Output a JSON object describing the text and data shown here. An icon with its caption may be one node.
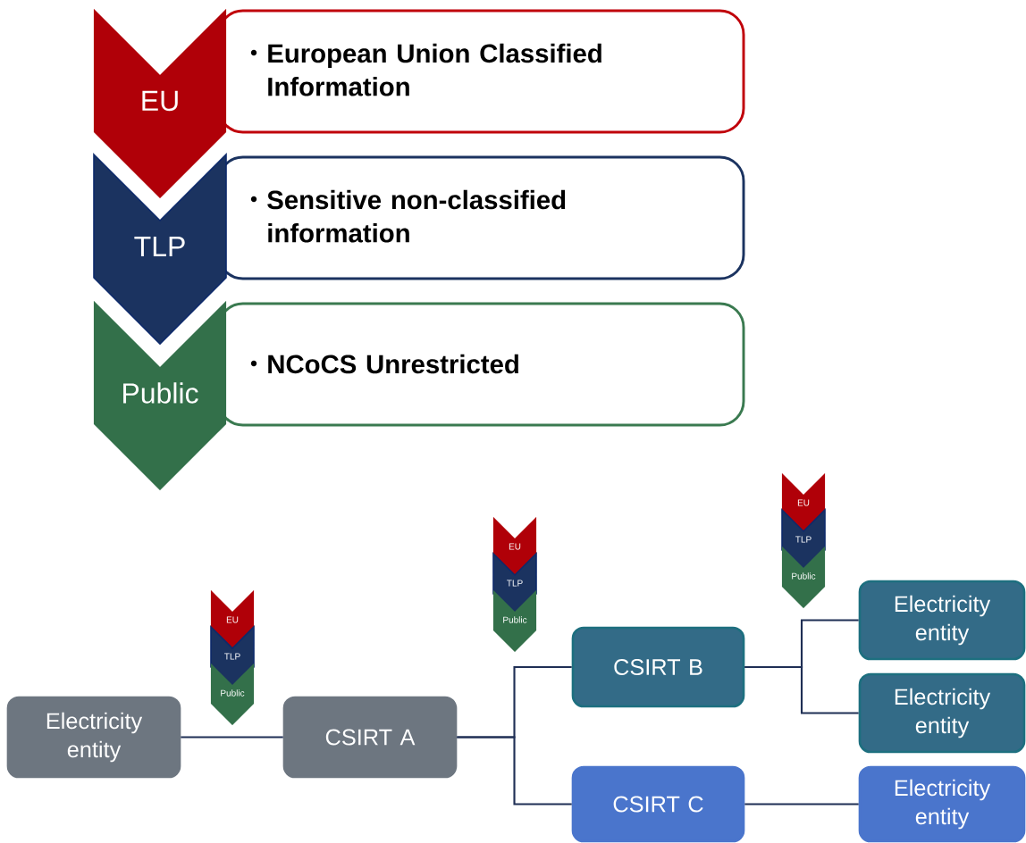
{
  "diagram": {
    "nodes": [
      {
        "text": [
          "EU"
        ]
      },
      {
        "text": [
          "European Union Classified Information"
        ]
      },
      {
        "text": [
          "TLP"
        ]
      },
      {
        "text": [
          "Sensitive non-classified information"
        ]
      },
      {
        "text": [
          "Public"
        ]
      },
      {
        "text": [
          "NCoCS Unrestricted"
        ]
      },
      {
        "text": [
          "EU"
        ]
      },
      {
        "text": [
          "TLP"
        ]
      },
      {
        "text": [
          "Public"
        ]
      },
      {
        "text": [
          "EU"
        ]
      },
      {
        "text": [
          "TLP"
        ]
      },
      {
        "text": [
          "Public"
        ]
      },
      {
        "text": [
          "EU"
        ]
      },
      {
        "text": [
          "TLP"
        ]
      },
      {
        "text": [
          "Public"
        ]
      },
      {
        "text": [
          "Electricity entity"
        ]
      },
      {
        "text": [
          "CSIRT A"
        ]
      },
      {
        "text": [
          "CSIRT B"
        ]
      },
      {
        "text": [
          "CSIRT C"
        ]
      },
      {
        "text": [
          "Electricity entity"
        ]
      },
      {
        "text": [
          "Electricity entity"
        ]
      },
      {
        "text": [
          "Electricity entity"
        ]
      }
    ],
    "edges": [
      {
        "from": 15,
        "to": 16,
        "arrow": "none"
      },
      {
        "from": 16,
        "to": 17,
        "arrow": "none"
      },
      {
        "from": 16,
        "to": 18,
        "arrow": "none"
      },
      {
        "from": 17,
        "to": 19,
        "arrow": "none"
      },
      {
        "from": 17,
        "to": 20,
        "arrow": "none"
      },
      {
        "from": 18,
        "to": 21,
        "arrow": "none"
      }
    ]
  }
}
